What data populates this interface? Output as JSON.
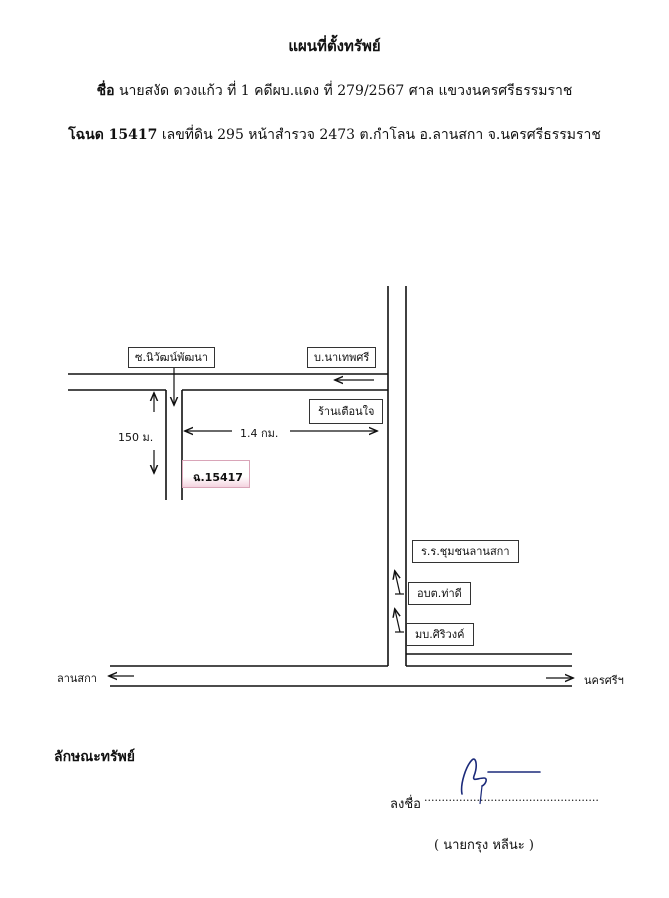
{
  "header": {
    "title": "แผนที่ตั้งทรัพย์",
    "case_label": "ชื่อ",
    "case_text": "นายสงัด ดวงแก้ว ที่ 1  คดีผบ.แดง ที่ 279/2567 ศาล แขวงนครศรีธรรมราช",
    "deed_label": "โฉนด 15417",
    "deed_text": "เลขที่ดิน 295 หน้าสำรวจ 2473  ต.กำโลน  อ.ลานสกา  จ.นครศรีธรรมราช"
  },
  "map": {
    "soi_label": "ซ.นิวัฒน์พัฒนา",
    "village_label": "บ.นาเทพศรี",
    "shop_label": "ร้านเตือนใจ",
    "distance_vertical": "150 ม.",
    "distance_horizontal": "1.4 กม.",
    "parcel_label": "ฉ.15417",
    "school_label": "ร.ร.ชุมชนลานสกา",
    "sao_label": "อบต.ท่าดี",
    "estate_label": "มบ.ศิริวงค์",
    "west_label": "ลานสกา",
    "east_label": "นครศรีฯ",
    "parcel_color": "#f4d3df"
  },
  "footer": {
    "section_title": "ลักษณะทรัพย์",
    "sign_label": "ลงชื่อ",
    "sign_dots": "..................................................",
    "signer_name": "(  นายกรุง หลีนะ  )"
  }
}
